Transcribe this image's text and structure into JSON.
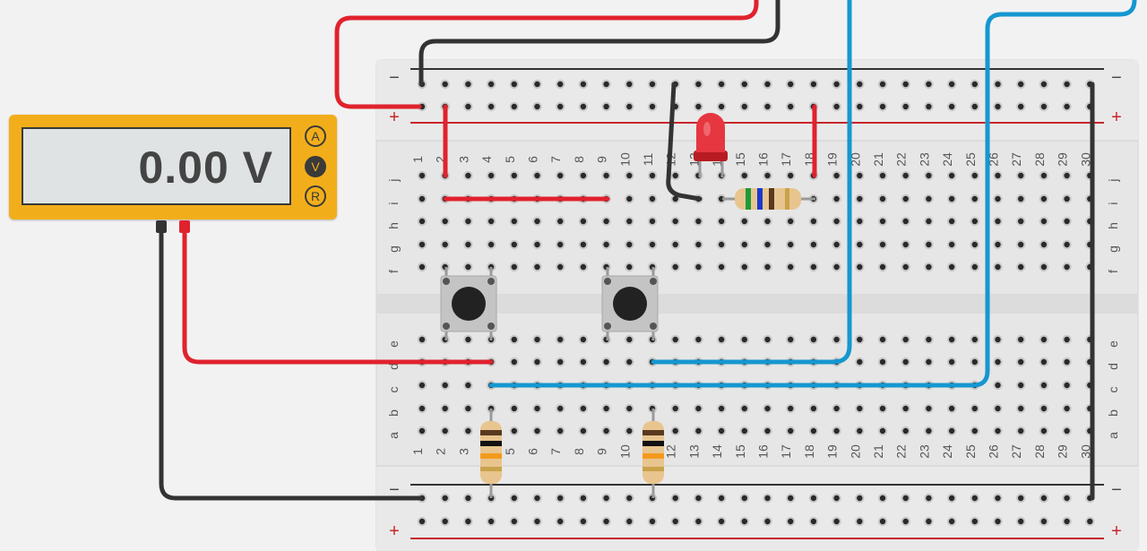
{
  "multimeter": {
    "reading": "0.00 V",
    "modes": [
      "A",
      "V",
      "R"
    ],
    "selected_mode": "V"
  },
  "breadboard": {
    "column_numbers": [
      "1",
      "2",
      "3",
      "4",
      "5",
      "6",
      "7",
      "8",
      "9",
      "10",
      "11",
      "12",
      "13",
      "14",
      "15",
      "16",
      "17",
      "18",
      "19",
      "20",
      "21",
      "22",
      "23",
      "24",
      "25",
      "26",
      "27",
      "28",
      "29",
      "30"
    ],
    "top_rows": [
      "j",
      "i",
      "h",
      "g",
      "f"
    ],
    "bottom_rows": [
      "e",
      "d",
      "c",
      "b",
      "a"
    ],
    "rail_minus": "−",
    "rail_plus": "+"
  },
  "colors": {
    "red_wire": "#e0222d",
    "black_wire": "#333333",
    "blue_wire": "#1597d0",
    "meter_body": "#f2ae1a"
  }
}
